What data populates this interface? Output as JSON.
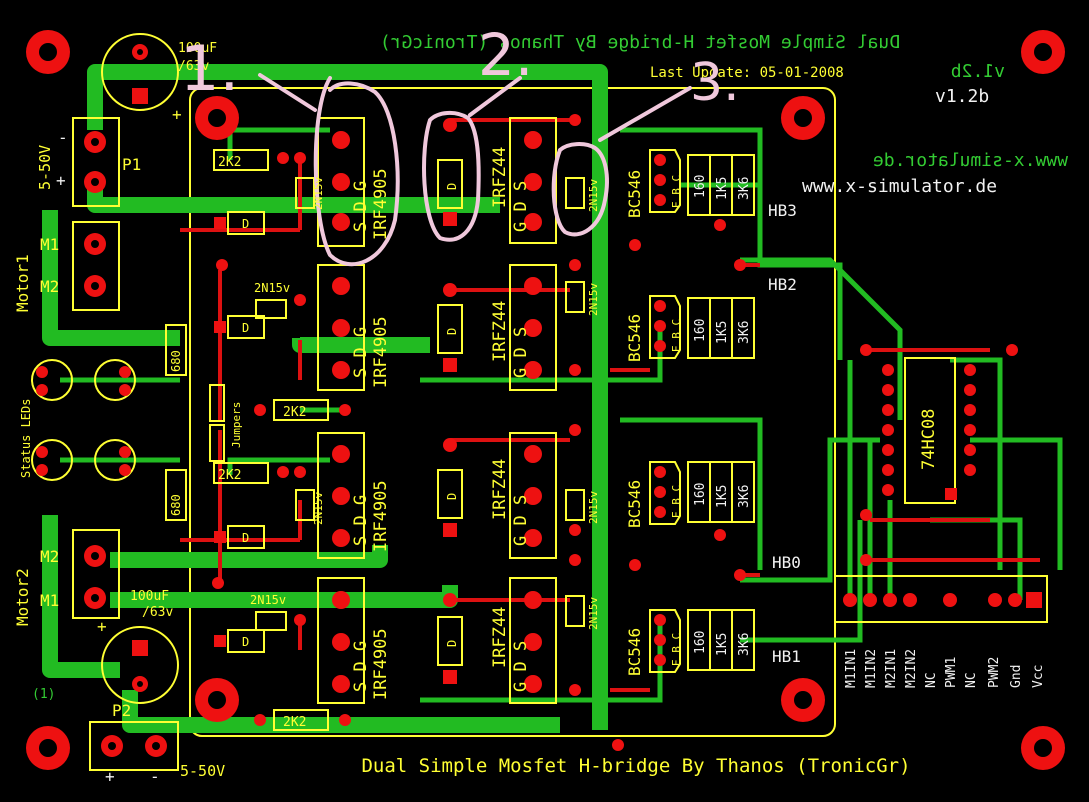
{
  "title_bottom": "Dual Simple Mosfet H-bridge By Thanos (TronicGr)",
  "title_top_mirrored": "Dual Simple Mosfet H-bridge By Thanos (TronicGr)",
  "last_update": "Last Update: 05-01-2008",
  "version_yellow": "v1.2b",
  "version_white": "v1.2b",
  "website": "www.x-simulator.de",
  "website_mirrored": "www.x-simulator.de",
  "cap_value": "100uF",
  "cap_voltage": "/63v",
  "supply_label": "5-50V",
  "plus": "+",
  "minus": "-",
  "p1": "P1",
  "p2": "P2",
  "motor1": "Motor1",
  "motor2": "Motor2",
  "m1": "M1",
  "m2": "M2",
  "status_leds": "Status LEDs",
  "jumpers": "Jumpers",
  "r680": "680",
  "r2k2": "2K2",
  "zener": "2N15v",
  "diode": "D",
  "mosfet_p": "IRF4905",
  "mosfet_p_pins": "S D G",
  "mosfet_n": "IRFZ44",
  "mosfet_n_pins": "G D S",
  "bc546": "BC546",
  "ebc": "E B C",
  "r160": "160",
  "r1k5": "1K5",
  "r3k6": "3K6",
  "hb": [
    "HB3",
    "HB2",
    "HB0",
    "HB1"
  ],
  "ic": "74HC08",
  "connector_pins": [
    "M1IN1",
    "M1IN2",
    "M2IN1",
    "M2IN2",
    "NC",
    "PWM1",
    "NC",
    "PWM2",
    "Gnd",
    "Vcc"
  ],
  "annotations": [
    "1.",
    "2.",
    "3."
  ],
  "pol_label": "(1)"
}
